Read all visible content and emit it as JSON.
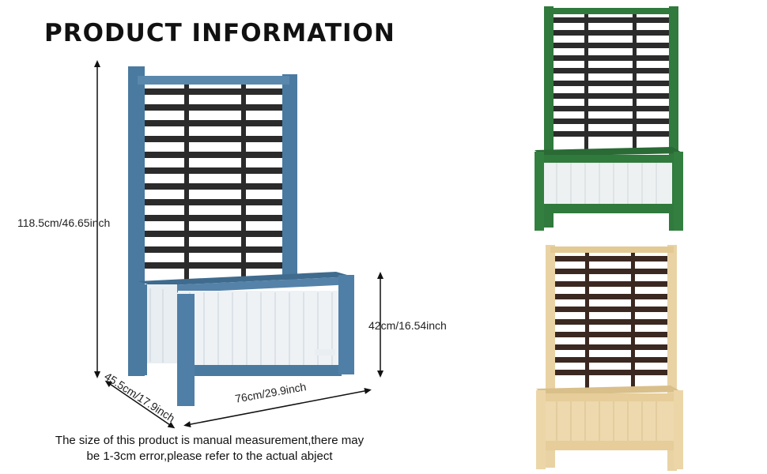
{
  "title": "PRODUCT INFORMATION",
  "dimensions": {
    "total_height": "118.5cm/46.65inch",
    "planter_height": "42cm/16.54inch",
    "width": "76cm/29.9inch",
    "depth": "45.5cm/17.9inch"
  },
  "note": {
    "line1": "The size of this product is manual measurement,there may",
    "line2": "be 1-3cm error,please refer to the actual abject"
  },
  "colors": {
    "blue_frame": "#4a7aa0",
    "green_frame": "#2f7a3c",
    "natural_frame": "#e9d3a4",
    "slats": "#2b2b2b",
    "brown_slats": "#3b2820",
    "planter_panel": "#eef2f5"
  },
  "icons": [
    "arrow-icon"
  ]
}
